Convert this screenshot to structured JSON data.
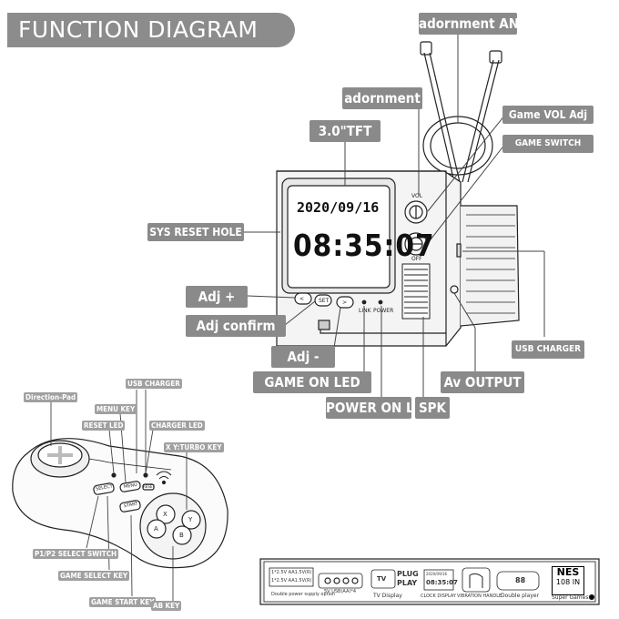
{
  "title": "FUNCTION DIAGRAM",
  "tv": {
    "screen_date": "2020/09/16",
    "screen_time": "08:35:07",
    "btn_minus": "<",
    "btn_set": "SET",
    "btn_plus": ">",
    "label_link": "LINK",
    "label_power": "POWER",
    "knob_top_label": "VOL",
    "knob_bottom_label": "OFF"
  },
  "callouts": {
    "adornment_ant": "adornment ANT",
    "adornment": "adornment",
    "game_vol_adj": "Game VOL Adj",
    "game_switch": "GAME SWITCH",
    "tft": "3.0\"TFT",
    "sys_reset_hole": "SYS RESET HOLE",
    "adj_plus": "Adj +",
    "adj_confirm": "Adj confirm",
    "adj_minus": "Adj -",
    "game_on_led": "GAME ON LED",
    "power_on_led": "POWER ON LED",
    "spk": "SPK",
    "av_output": "Av OUTPUT",
    "usb_charger": "USB CHARGER"
  },
  "controller": {
    "usb_charger": "USB CHARGER",
    "direction_pad": "Direction-Pad",
    "menu_key": "MENU KEY",
    "reset_led": "RESET LED",
    "charger_led": "CHARGER LED",
    "xy_turbo_key": "X Y:TURBO KEY",
    "p1p2_select_switch": "P1/P2 SELECT SWITCH",
    "game_select_key": "GAME SELECT KEY",
    "game_start_key": "GAME START KEY",
    "ab_key": "AB KEY",
    "btn_select": "SELECT",
    "btn_start": "START",
    "btn_menu": "MENU",
    "btn_reset": "RESET",
    "key_x": "X",
    "key_y": "Y",
    "key_a": "A",
    "key_b": "B"
  },
  "feature_strip": {
    "battery_line1": "1*2.5V AA1.5V(R)",
    "battery_line2": "1*2.5V AA1.5V(R)",
    "power_caption": "Double power supply option",
    "usb_caption": "5V USB(AA)*4",
    "tv_caption": "TV Display",
    "plug_text": "PLUG",
    "play_text": "PLAY",
    "clock_date": "2020/09/16",
    "clock_time": "08:35:07",
    "clock_caption": "CLOCK DISPLAY",
    "vibration_caption": "VIBRATION HANDLE",
    "double_player_caption": "Double player",
    "double_player_digits": "88",
    "nes_title": "NES",
    "nes_count": "108",
    "nes_unit": "IN",
    "super_games_caption": "Super Games"
  }
}
